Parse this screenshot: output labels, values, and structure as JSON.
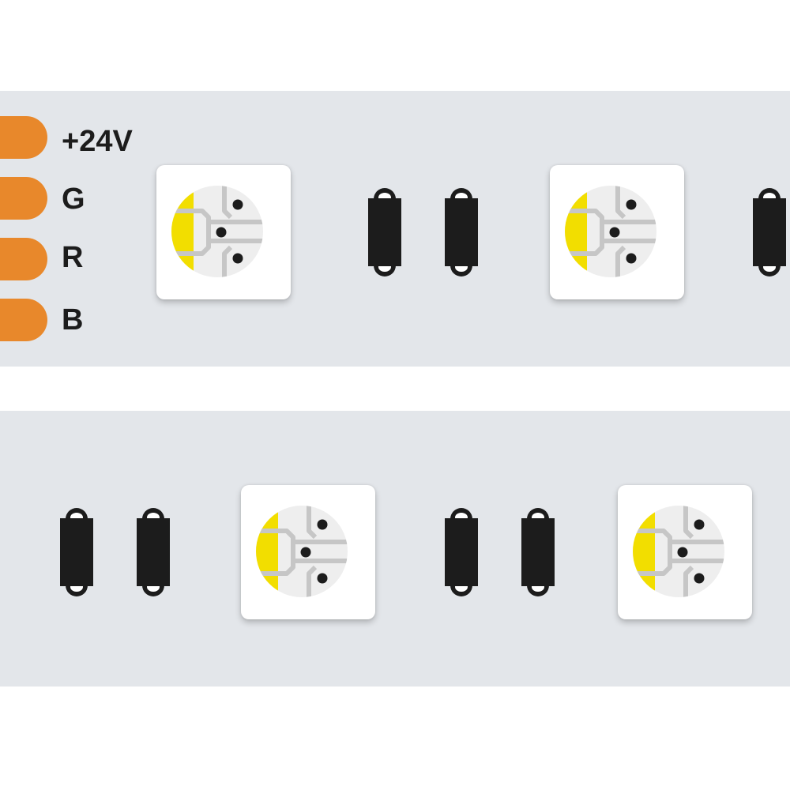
{
  "connector_labels": [
    "+24V",
    "G",
    "R",
    "B"
  ],
  "colors": {
    "strip": "#e3e6ea",
    "pad": "#e8882b",
    "led_die": "#eeeeee",
    "led_yellow": "#f2de00",
    "resistor": "#1c1c1c"
  },
  "components": {
    "top_row": [
      "led",
      "resistor",
      "resistor",
      "led",
      "resistor"
    ],
    "bottom_row": [
      "resistor",
      "resistor",
      "led",
      "resistor",
      "resistor",
      "led"
    ]
  }
}
